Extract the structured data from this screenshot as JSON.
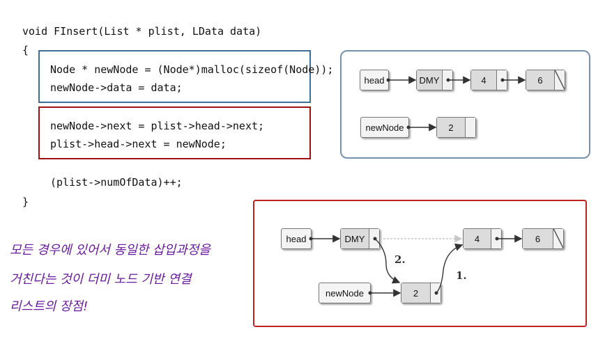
{
  "code": {
    "signature": "void FInsert(List * plist, LData data)",
    "open_brace": "{",
    "block1_line1": "Node * newNode = (Node*)malloc(sizeof(Node));",
    "block1_line2": "newNode->data = data;",
    "block2_line1": "newNode->next = plist->head->next;",
    "block2_line2": "plist->head->next = newNode;",
    "increment": "(plist->numOfData)++;",
    "close_brace": "}"
  },
  "diagram_top": {
    "head_label": "head",
    "dummy_label": "DMY",
    "node1_value": "4",
    "node2_value": "6",
    "newnode_label": "newNode",
    "newnode_value": "2"
  },
  "diagram_bottom": {
    "head_label": "head",
    "dummy_label": "DMY",
    "node1_value": "4",
    "node2_value": "6",
    "newnode_label": "newNode",
    "newnode_value": "2",
    "step1_label": "1.",
    "step2_label": "2."
  },
  "note": {
    "line1": "모든 경우에 있어서 동일한 삽입과정을",
    "line2": "거친다는 것이 더미 노드 기반 연결",
    "line3": "리스트의 장점!"
  },
  "colors": {
    "code_box_blue": "#3f6f98",
    "code_box_red": "#a01212",
    "panel_blue": "#7592ad",
    "panel_red": "#c02020",
    "note_purple": "#6a1aa0"
  }
}
